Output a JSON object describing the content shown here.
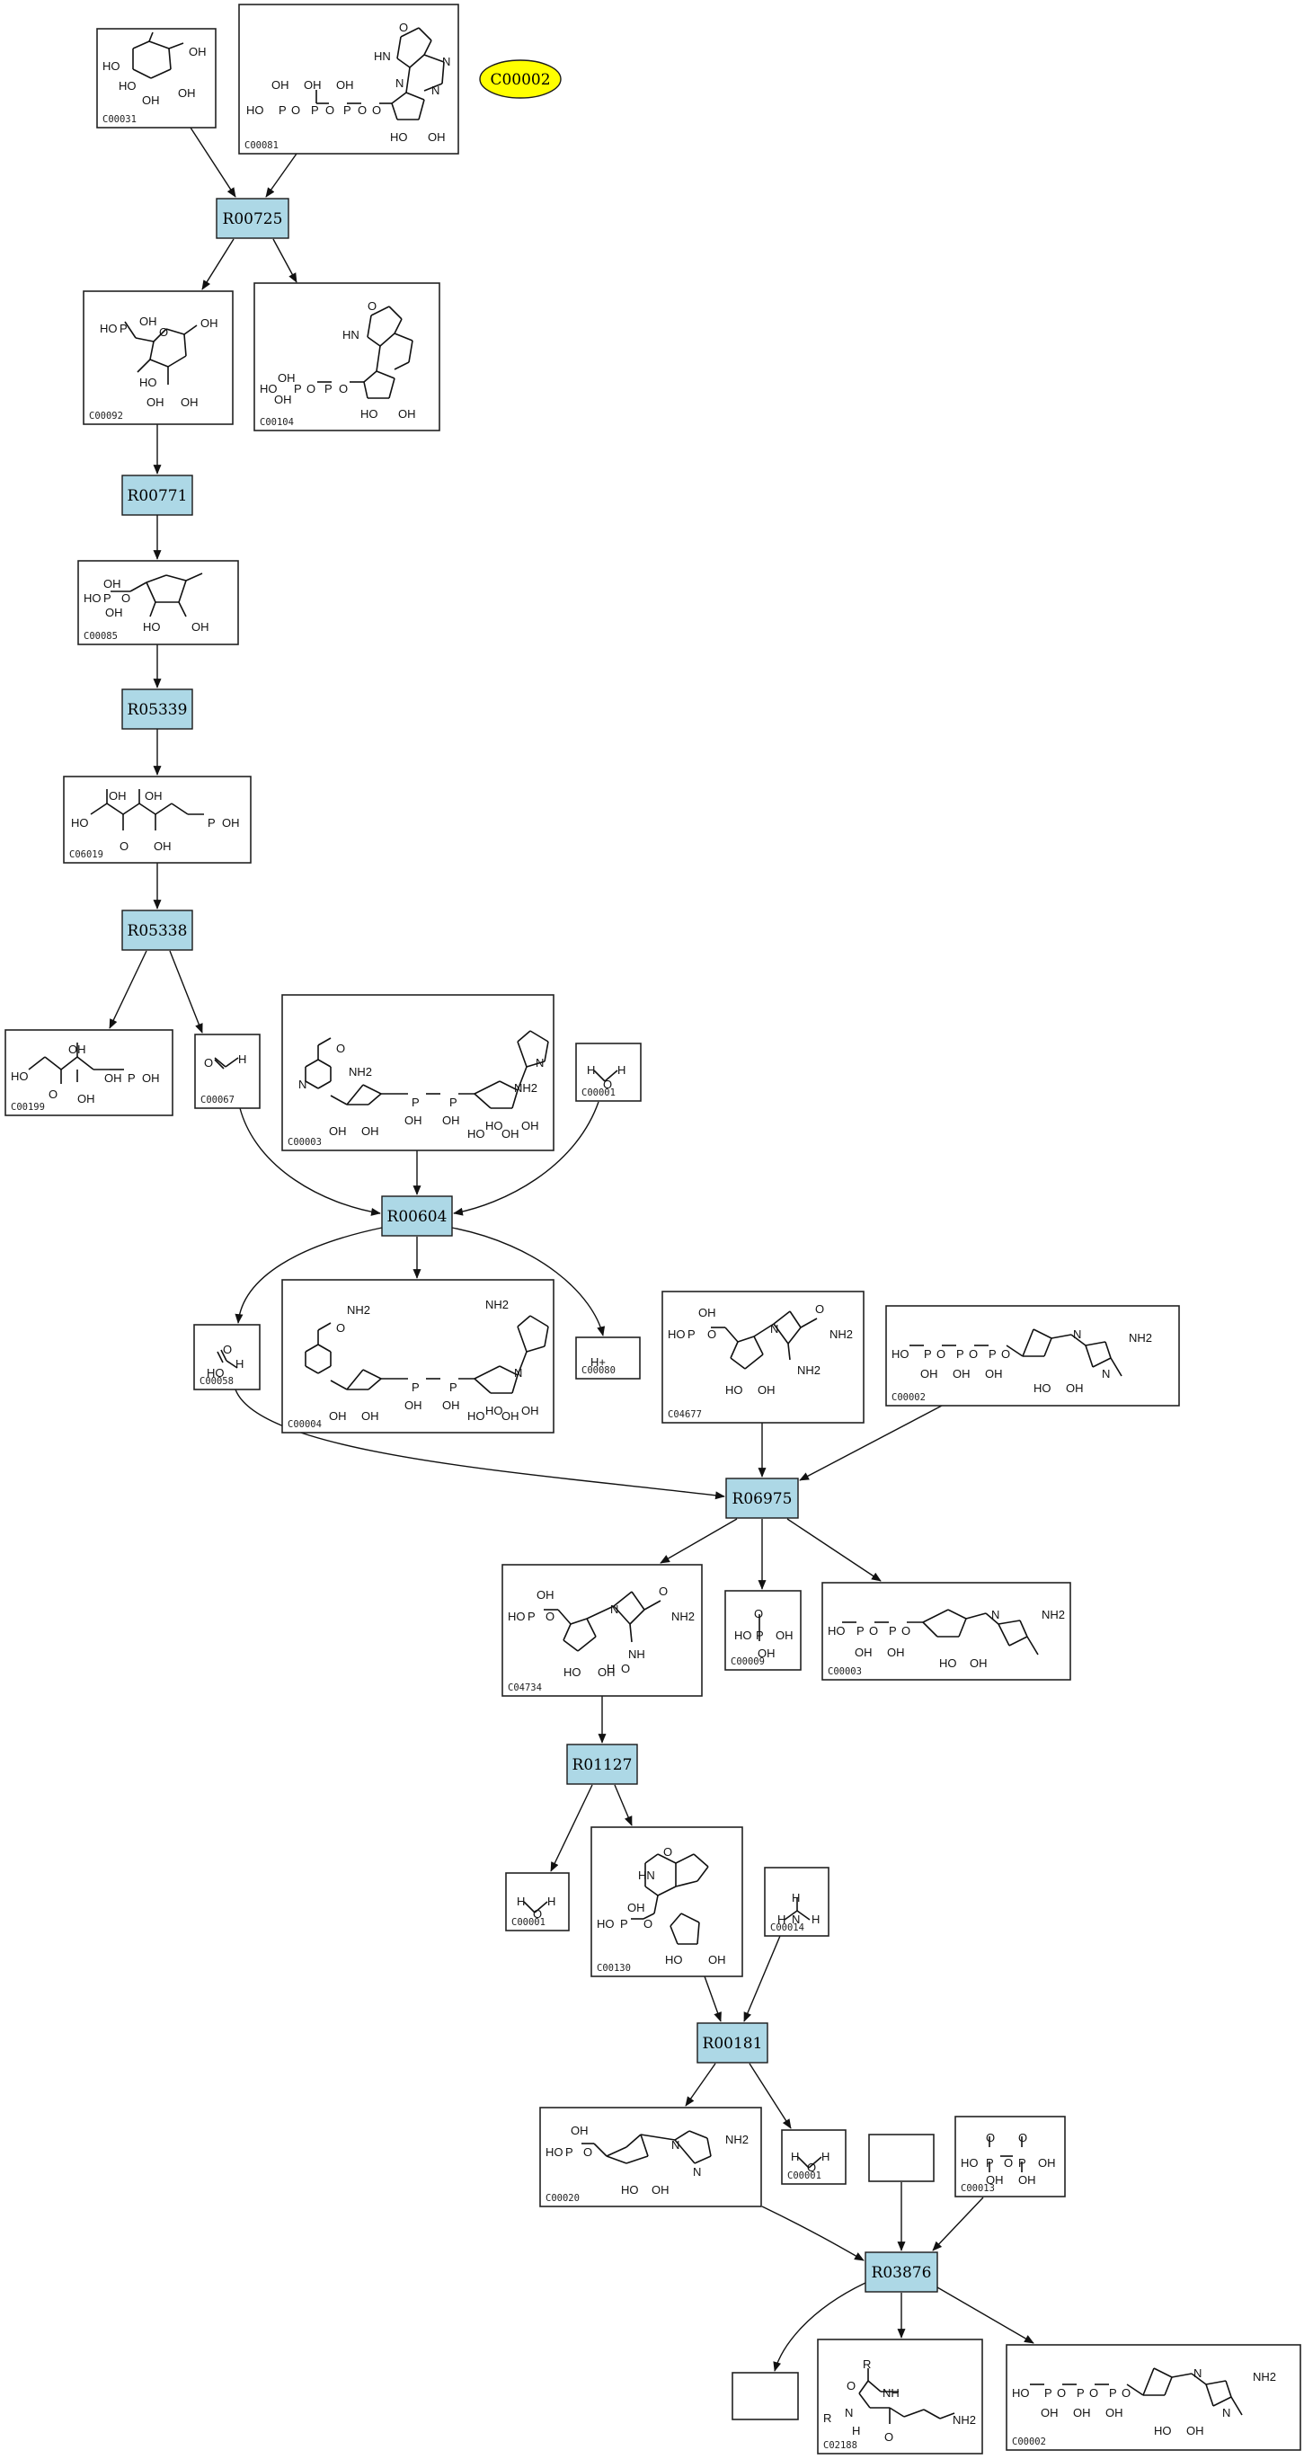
{
  "diagram": {
    "compounds": [
      {
        "id": "c1",
        "label": "C00031",
        "atoms": [
          "HO",
          "OH",
          "HO",
          "OH",
          "OH"
        ]
      },
      {
        "id": "c2",
        "label": "C00081",
        "atoms": [
          "O",
          "HN",
          "OH",
          "OH",
          "OH",
          "HO",
          "P",
          "O",
          "P",
          "O",
          "P",
          "O",
          "O",
          "N",
          "N",
          "N",
          "HO",
          "OH"
        ]
      },
      {
        "id": "c4",
        "label": "C00092",
        "atoms": [
          "HO",
          "P",
          "OH",
          "O",
          "HO",
          "OH",
          "OH",
          "OH"
        ]
      },
      {
        "id": "c5",
        "label": "C00104",
        "atoms": [
          "O",
          "HN",
          "OH",
          "OH",
          "HO",
          "P",
          "O",
          "P",
          "O",
          "HO",
          "OH"
        ]
      },
      {
        "id": "c6",
        "label": "C00085",
        "atoms": [
          "HO",
          "P",
          "O",
          "OH",
          "OH",
          "HO",
          "OH"
        ]
      },
      {
        "id": "c7",
        "label": "C06019",
        "atoms": [
          "HO",
          "OH",
          "OH",
          "OH",
          "P",
          "OH",
          "O"
        ]
      },
      {
        "id": "c8",
        "label": "C00199",
        "atoms": [
          "HO",
          "OH",
          "O",
          "OH",
          "OH",
          "P",
          "OH"
        ]
      },
      {
        "id": "c9",
        "label": "C00067",
        "atoms": [
          "O",
          "H"
        ]
      },
      {
        "id": "c10",
        "label": "C00003",
        "atoms": [
          "O",
          "NH2",
          "NH2",
          "N",
          "N",
          "OH",
          "OH",
          "P",
          "P",
          "OH",
          "OH",
          "HO",
          "OH",
          "HO",
          "OH"
        ]
      },
      {
        "id": "c11",
        "label": "C00001",
        "atoms": [
          "H",
          "O",
          "H"
        ]
      },
      {
        "id": "c12",
        "label": "C00058",
        "atoms": [
          "O",
          "HO",
          "H"
        ]
      },
      {
        "id": "c13",
        "label": "C00004",
        "atoms": [
          "O",
          "NH2",
          "NH2",
          "N",
          "OH",
          "OH",
          "P",
          "P",
          "OH",
          "OH",
          "HO",
          "OH",
          "HO",
          "OH"
        ]
      },
      {
        "id": "c14",
        "label": "C00080",
        "atoms": [
          "H+"
        ]
      },
      {
        "id": "c15",
        "label": "C04677",
        "atoms": [
          "OH",
          "HO",
          "P",
          "O",
          "N",
          "O",
          "NH2",
          "NH2",
          "HO",
          "OH"
        ]
      },
      {
        "id": "c16",
        "label": "C00002",
        "atoms": [
          "HO",
          "P",
          "O",
          "P",
          "O",
          "P",
          "O",
          "OH",
          "OH",
          "OH",
          "NH2",
          "N",
          "N",
          "HO",
          "OH"
        ]
      },
      {
        "id": "c17",
        "label": "C04734",
        "atoms": [
          "OH",
          "HO",
          "P",
          "O",
          "N",
          "O",
          "NH2",
          "NH",
          "H",
          "O",
          "HO",
          "OH"
        ]
      },
      {
        "id": "c18",
        "label": "C00009",
        "atoms": [
          "O",
          "HO",
          "P",
          "OH",
          "OH"
        ]
      },
      {
        "id": "c19",
        "label": "C00003",
        "atoms": [
          "HO",
          "P",
          "O",
          "P",
          "O",
          "NH2",
          "N",
          "OH",
          "OH",
          "HO",
          "OH"
        ]
      },
      {
        "id": "c20",
        "label": "C00001",
        "atoms": [
          "H",
          "O",
          "H"
        ]
      },
      {
        "id": "c21",
        "label": "C00130",
        "atoms": [
          "O",
          "HN",
          "OH",
          "HO",
          "P",
          "O",
          "HO",
          "OH"
        ]
      },
      {
        "id": "c22",
        "label": "C00014",
        "atoms": [
          "H",
          "N",
          "H",
          "H"
        ]
      },
      {
        "id": "c23",
        "label": "C00020",
        "atoms": [
          "OH",
          "HO",
          "P",
          "O",
          "NH2",
          "N",
          "N",
          "HO",
          "OH"
        ]
      },
      {
        "id": "c24",
        "label": "C00001",
        "atoms": [
          "H",
          "O",
          "H"
        ]
      },
      {
        "id": "c25",
        "label": "",
        "atoms": []
      },
      {
        "id": "c26",
        "label": "C00013",
        "atoms": [
          "O",
          "O",
          "HO",
          "P",
          "O",
          "P",
          "OH",
          "OH",
          "OH"
        ]
      },
      {
        "id": "c27",
        "label": "",
        "atoms": []
      },
      {
        "id": "c28",
        "label": "C02188",
        "atoms": [
          "R",
          "O",
          "NH",
          "R",
          "N",
          "H",
          "O",
          "NH2"
        ]
      },
      {
        "id": "c29",
        "label": "C00002",
        "atoms": [
          "HO",
          "P",
          "O",
          "P",
          "O",
          "P",
          "O",
          "OH",
          "OH",
          "OH",
          "NH2",
          "N",
          "N",
          "HO",
          "OH"
        ]
      }
    ],
    "reactions": [
      {
        "id": "r1",
        "label": "R00725"
      },
      {
        "id": "r2",
        "label": "R00771"
      },
      {
        "id": "r3",
        "label": "R05339"
      },
      {
        "id": "r4",
        "label": "R05338"
      },
      {
        "id": "r5",
        "label": "R00604"
      },
      {
        "id": "r6",
        "label": "R06975"
      },
      {
        "id": "r7",
        "label": "R01127"
      },
      {
        "id": "r8",
        "label": "R00181"
      },
      {
        "id": "r9",
        "label": "R03876"
      }
    ],
    "highlight_node": {
      "id": "hl",
      "label": "C00002",
      "color": "#ffff00"
    },
    "reaction_color": "#add8e6",
    "edges": [
      [
        "c1",
        "r1"
      ],
      [
        "c2",
        "r1"
      ],
      [
        "r1",
        "c4"
      ],
      [
        "r1",
        "c5"
      ],
      [
        "c4",
        "r2"
      ],
      [
        "r2",
        "c6"
      ],
      [
        "c6",
        "r3"
      ],
      [
        "r3",
        "c7"
      ],
      [
        "c7",
        "r4"
      ],
      [
        "r4",
        "c8"
      ],
      [
        "r4",
        "c9"
      ],
      [
        "c9",
        "r5"
      ],
      [
        "c10",
        "r5"
      ],
      [
        "c11",
        "r5"
      ],
      [
        "r5",
        "c12"
      ],
      [
        "r5",
        "c13"
      ],
      [
        "r5",
        "c14"
      ],
      [
        "c12",
        "r6"
      ],
      [
        "c15",
        "r6"
      ],
      [
        "c16",
        "r6"
      ],
      [
        "r6",
        "c17"
      ],
      [
        "r6",
        "c18"
      ],
      [
        "r6",
        "c19"
      ],
      [
        "c17",
        "r7"
      ],
      [
        "r7",
        "c20"
      ],
      [
        "r7",
        "c21"
      ],
      [
        "c21",
        "r8"
      ],
      [
        "c22",
        "r8"
      ],
      [
        "r8",
        "c23"
      ],
      [
        "r8",
        "c24"
      ],
      [
        "c23",
        "r9"
      ],
      [
        "c25",
        "r9"
      ],
      [
        "c26",
        "r9"
      ],
      [
        "r9",
        "c27"
      ],
      [
        "r9",
        "c28"
      ],
      [
        "r9",
        "c29"
      ]
    ]
  }
}
